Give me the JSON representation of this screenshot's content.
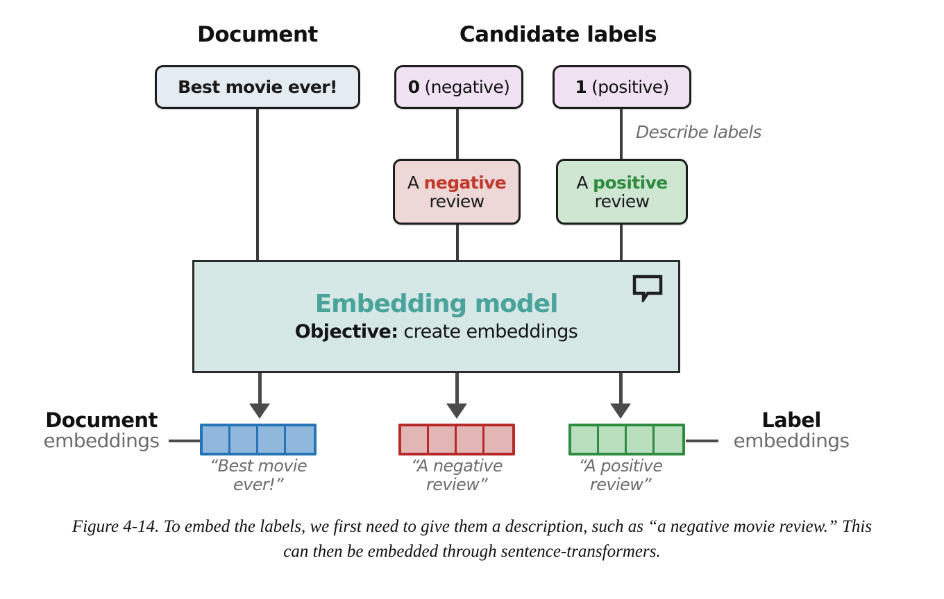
{
  "figure": {
    "headings": {
      "document": "Document",
      "candidate_labels": "Candidate labels"
    },
    "document_node": {
      "text": "Best movie ever!",
      "fill": "#e4ecf2"
    },
    "label_nodes": [
      {
        "num": "0",
        "paren": "(negative)",
        "fill": "#f0e2f3"
      },
      {
        "num": "1",
        "paren": "(positive)",
        "fill": "#f0e2f3"
      }
    ],
    "annotation": "Describe labels",
    "description_nodes": [
      {
        "lead": "A ",
        "keyword": "negative",
        "rest": "review",
        "fill": "#eed7d7",
        "keyword_color": "#c0392b"
      },
      {
        "lead": "A ",
        "keyword": "positive",
        "rest": "review",
        "fill": "#cfe7d2",
        "keyword_color": "#2e8b40"
      }
    ],
    "model": {
      "title": "Embedding model",
      "objective_label": "Objective:",
      "objective_value": " create embeddings",
      "title_color": "#4aa49b",
      "fill": "#d6e8e6",
      "icon": "speech-bubble-icon"
    },
    "embeddings": {
      "left_label": {
        "strong": "Document",
        "soft": "embeddings"
      },
      "right_label": {
        "strong": "Label",
        "soft": "embeddings"
      },
      "vectors": [
        {
          "name": "document-embedding",
          "cells": 4,
          "border": "#2574b5",
          "fill": "#8fb8dc",
          "caption": "“Best movie\never!”"
        },
        {
          "name": "negative-label-embedding",
          "cells": 4,
          "border": "#b62a2a",
          "fill": "#e3b6b6",
          "caption": "“A negative\nreview”"
        },
        {
          "name": "positive-label-embedding",
          "cells": 4,
          "border": "#2e8b40",
          "fill": "#b9debd",
          "caption": "“A positive\nreview”"
        }
      ]
    },
    "caption": "Figure 4-14. To embed the labels, we first need to give them a description, such as “a negative movie review.” This can then be embedded through sentence-transformers."
  }
}
